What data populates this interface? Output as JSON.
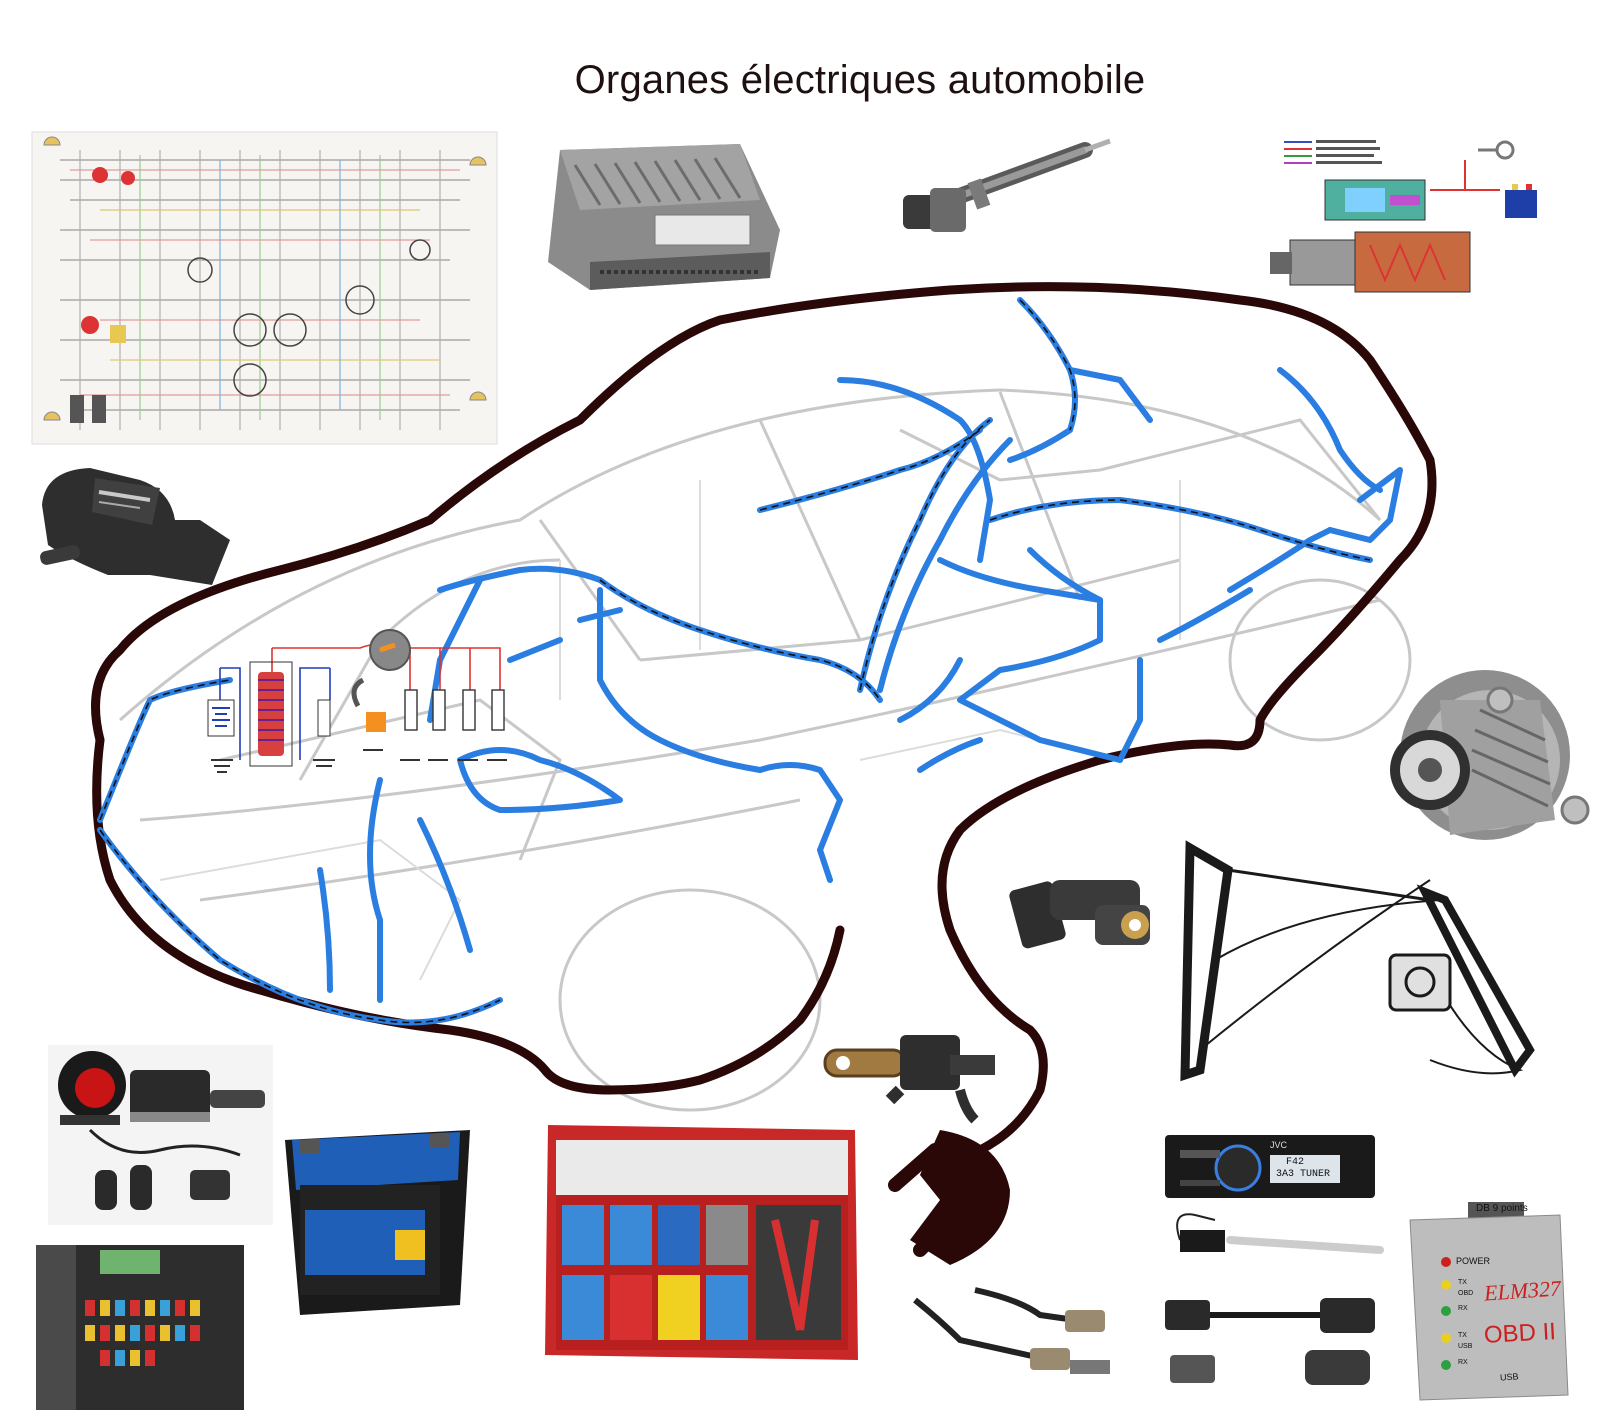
{
  "title": "Organes électriques automobile",
  "elm327": {
    "connector": "DB 9 points",
    "leds": [
      "POWER",
      "TX",
      "OBD",
      "RX",
      "TX",
      "USB",
      "RX"
    ],
    "brand": "ELM327",
    "protocol": "OBD II",
    "port": "USB"
  },
  "radio": {
    "brand": "JVC",
    "display_top": "F42",
    "display_bottom": "3A3 TUNER"
  },
  "colors": {
    "outline": "#2a0808",
    "harness": "#2a7de1",
    "fuse_red": "#d43030",
    "battery_blue": "#1f5fb8",
    "elm_red": "#cc1f1f"
  },
  "icons": [
    "wiring-diagram-icon",
    "ecu-icon",
    "injector-icon",
    "starter-diagram-icon",
    "map-sensor-icon",
    "ignition-schematic-icon",
    "alternator-icon",
    "crank-sensor-icon",
    "window-regulator-icon",
    "speed-sensor-icon",
    "plug-icon",
    "alarm-kit-icon",
    "fuse-box-icon",
    "battery-icon",
    "terminal-kit-icon",
    "lambda-sensor-icon",
    "car-radio-icon",
    "obd-cable-icon",
    "elm327-icon"
  ]
}
